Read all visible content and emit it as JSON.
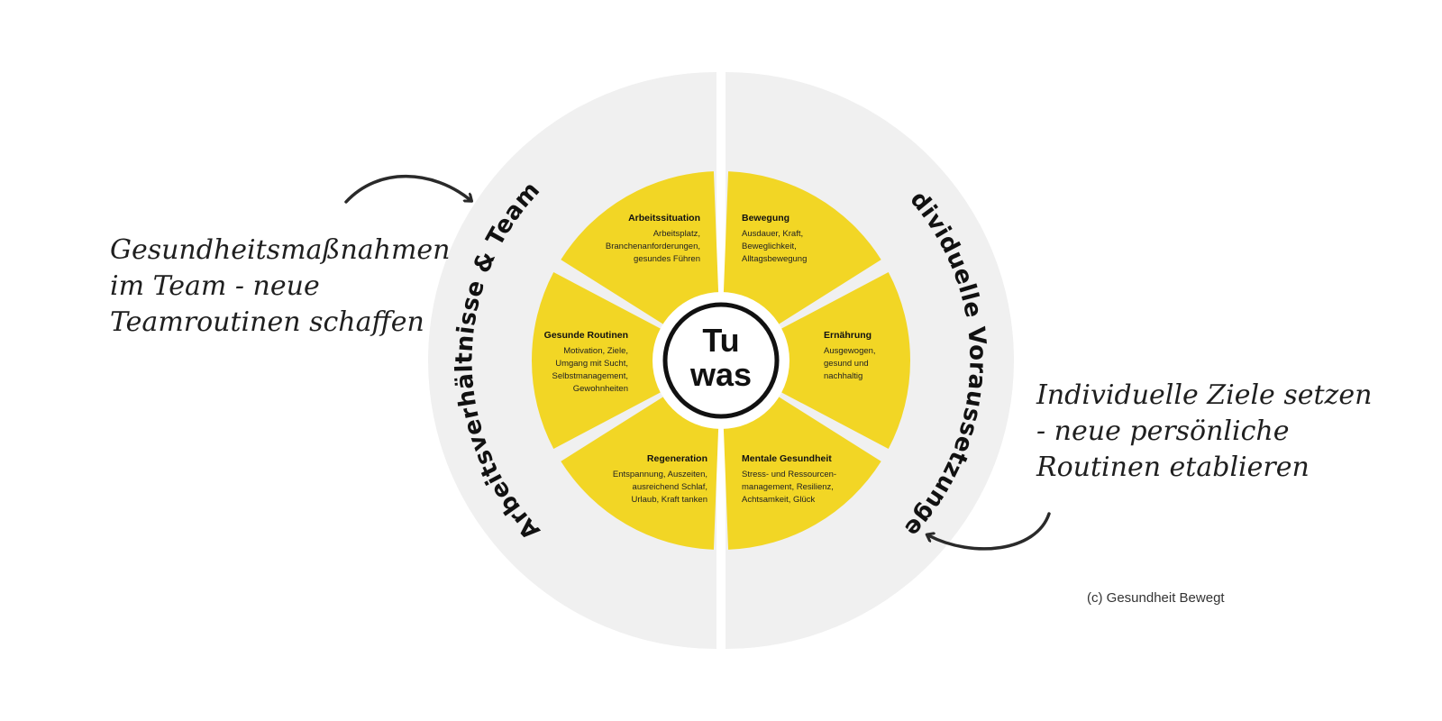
{
  "colors": {
    "ring": "#f0f0f0",
    "segment": "#f2d625",
    "ink": "#1f1f1f",
    "background": "#ffffff"
  },
  "center": {
    "line1": "Tu",
    "line2": "was"
  },
  "ring_labels": {
    "left": "Arbeitsverhältnisse & Team",
    "right": "Individuelle Voraussetzungen"
  },
  "segments": [
    {
      "id": "arbeitssituation",
      "title": "Arbeitssituation",
      "lines": [
        "Arbeitsplatz,",
        "Branchenanforderungen,",
        "gesundes Führen"
      ]
    },
    {
      "id": "bewegung",
      "title": "Bewegung",
      "lines": [
        "Ausdauer, Kraft,",
        "Beweglichkeit,",
        "Alltagsbewegung"
      ]
    },
    {
      "id": "gesunde-routinen",
      "title": "Gesunde Routinen",
      "lines": [
        "Motivation, Ziele,",
        "Umgang mit Sucht,",
        "Selbstmanagement,",
        "Gewohnheiten"
      ]
    },
    {
      "id": "ernaehrung",
      "title": "Ernährung",
      "lines": [
        "Ausgewogen,",
        "gesund und",
        "nachhaltig"
      ]
    },
    {
      "id": "regeneration",
      "title": "Regeneration",
      "lines": [
        "Entspannung, Auszeiten,",
        "ausreichend Schlaf,",
        "Urlaub, Kraft tanken"
      ]
    },
    {
      "id": "mentale-gesundheit",
      "title": "Mentale Gesundheit",
      "lines": [
        "Stress- und Ressourcen-",
        "management, Resilienz,",
        "Achtsamkeit, Glück"
      ]
    }
  ],
  "annotations": {
    "left": [
      "Gesundheitsmaßnahmen",
      "im Team - neue",
      "Teamroutinen schaffen"
    ],
    "right": [
      "Individuelle Ziele setzen",
      "- neue persönliche",
      "Routinen etablieren"
    ]
  },
  "copyright": "(c) Gesundheit Bewegt"
}
